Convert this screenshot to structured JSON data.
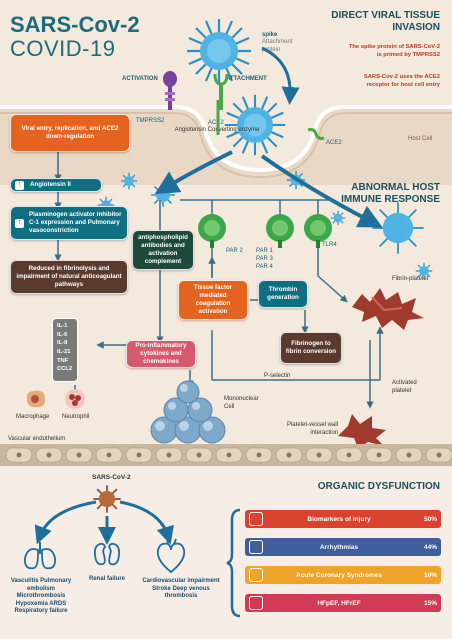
{
  "title": {
    "line1": "SARS-Cov-2",
    "line2": "COVID-19"
  },
  "sections": {
    "direct": "DIRECT VIRAL TISSUE INVASION",
    "abnormal": "ABNORMAL HOST IMMUNE RESPONSE",
    "organic": "ORGANIC DYSFUNCTION"
  },
  "direct_text": {
    "p1": "The spike protein of SARS-CoV-2 is primed by TMPRSS2",
    "p2": "SARS-Cov-2 uses the ACE2 receptor for host cell entry"
  },
  "labels": {
    "spike": "spike",
    "attachment_protein": "Attachment protein",
    "activation": "ACTIVATION",
    "attachment": "ATTACHMENT",
    "tmprss2": "TMPRSS2",
    "ace2_top": "ACE2",
    "ace2_full": "Angiotensin Converting enzyme",
    "ace2_right": "ACE2",
    "host_cell": "Host Cell",
    "par2": "PAR 2",
    "par1": "PAR 1",
    "par3": "PAR 3",
    "par4": "PAR 4",
    "tlr4": "TLR4",
    "fibrin_platelet": "Fibrin-platelet",
    "activated_platelet": "Activated platelet",
    "p_selectin": "P-selectin",
    "mononuclear": "Mononuclear Cell",
    "platelet_vessel": "Platelet-vessel wall interaction",
    "vascular_endothelium": "Vascular endothelium",
    "macrophage": "Macrophage",
    "neutrophil": "Neutrophil",
    "sars_bottom": "SARS-CoV-2"
  },
  "boxes": {
    "viral_entry": "Viral entry, replication, and ACE2 down-regulation",
    "angiotensin": "Angiotensin II",
    "plasminogen": "Plasminogen activator inhibitor C-1 expression and Pulmonary vasoconstriction",
    "reduced": "Reduced in fibrinolysis and impairment of natural anticoagulant pathways",
    "antiphospholipid": "antiphospholipid antibodies and activation complement",
    "tissue_factor": "Tissue factor mediated coagulation activation",
    "thrombin": "Thrombin generation",
    "fibrinogen": "Fibrinogen to fibrin conversion",
    "pro_inflammatory": "Pro-inflammatory cytokines and chemokines"
  },
  "cytokines": [
    "IL-1",
    "IL-6",
    "IL-8",
    "IL-21",
    "TNF",
    "CCL2"
  ],
  "organs": {
    "lungs": "Vasculitis Pulmonary embolism Microthrombosis Hypoxemia ARDS Respiratory failure",
    "kidney": "Renal failure",
    "heart": "Cardiovascular impairment Stroke Deep venous thrombosis"
  },
  "chart_data": {
    "type": "bar",
    "categories": [
      "Biomarkers of injury",
      "Arrhythmias",
      "Acute Coronary Syndromes",
      "HFpEF, HFrEF"
    ],
    "values": [
      50,
      44,
      10,
      15
    ],
    "value_labels": [
      "50%",
      "44%",
      "10%",
      "15%"
    ],
    "colors": [
      "#d9432d",
      "#3f5e9c",
      "#f0a32a",
      "#d33a55"
    ]
  }
}
